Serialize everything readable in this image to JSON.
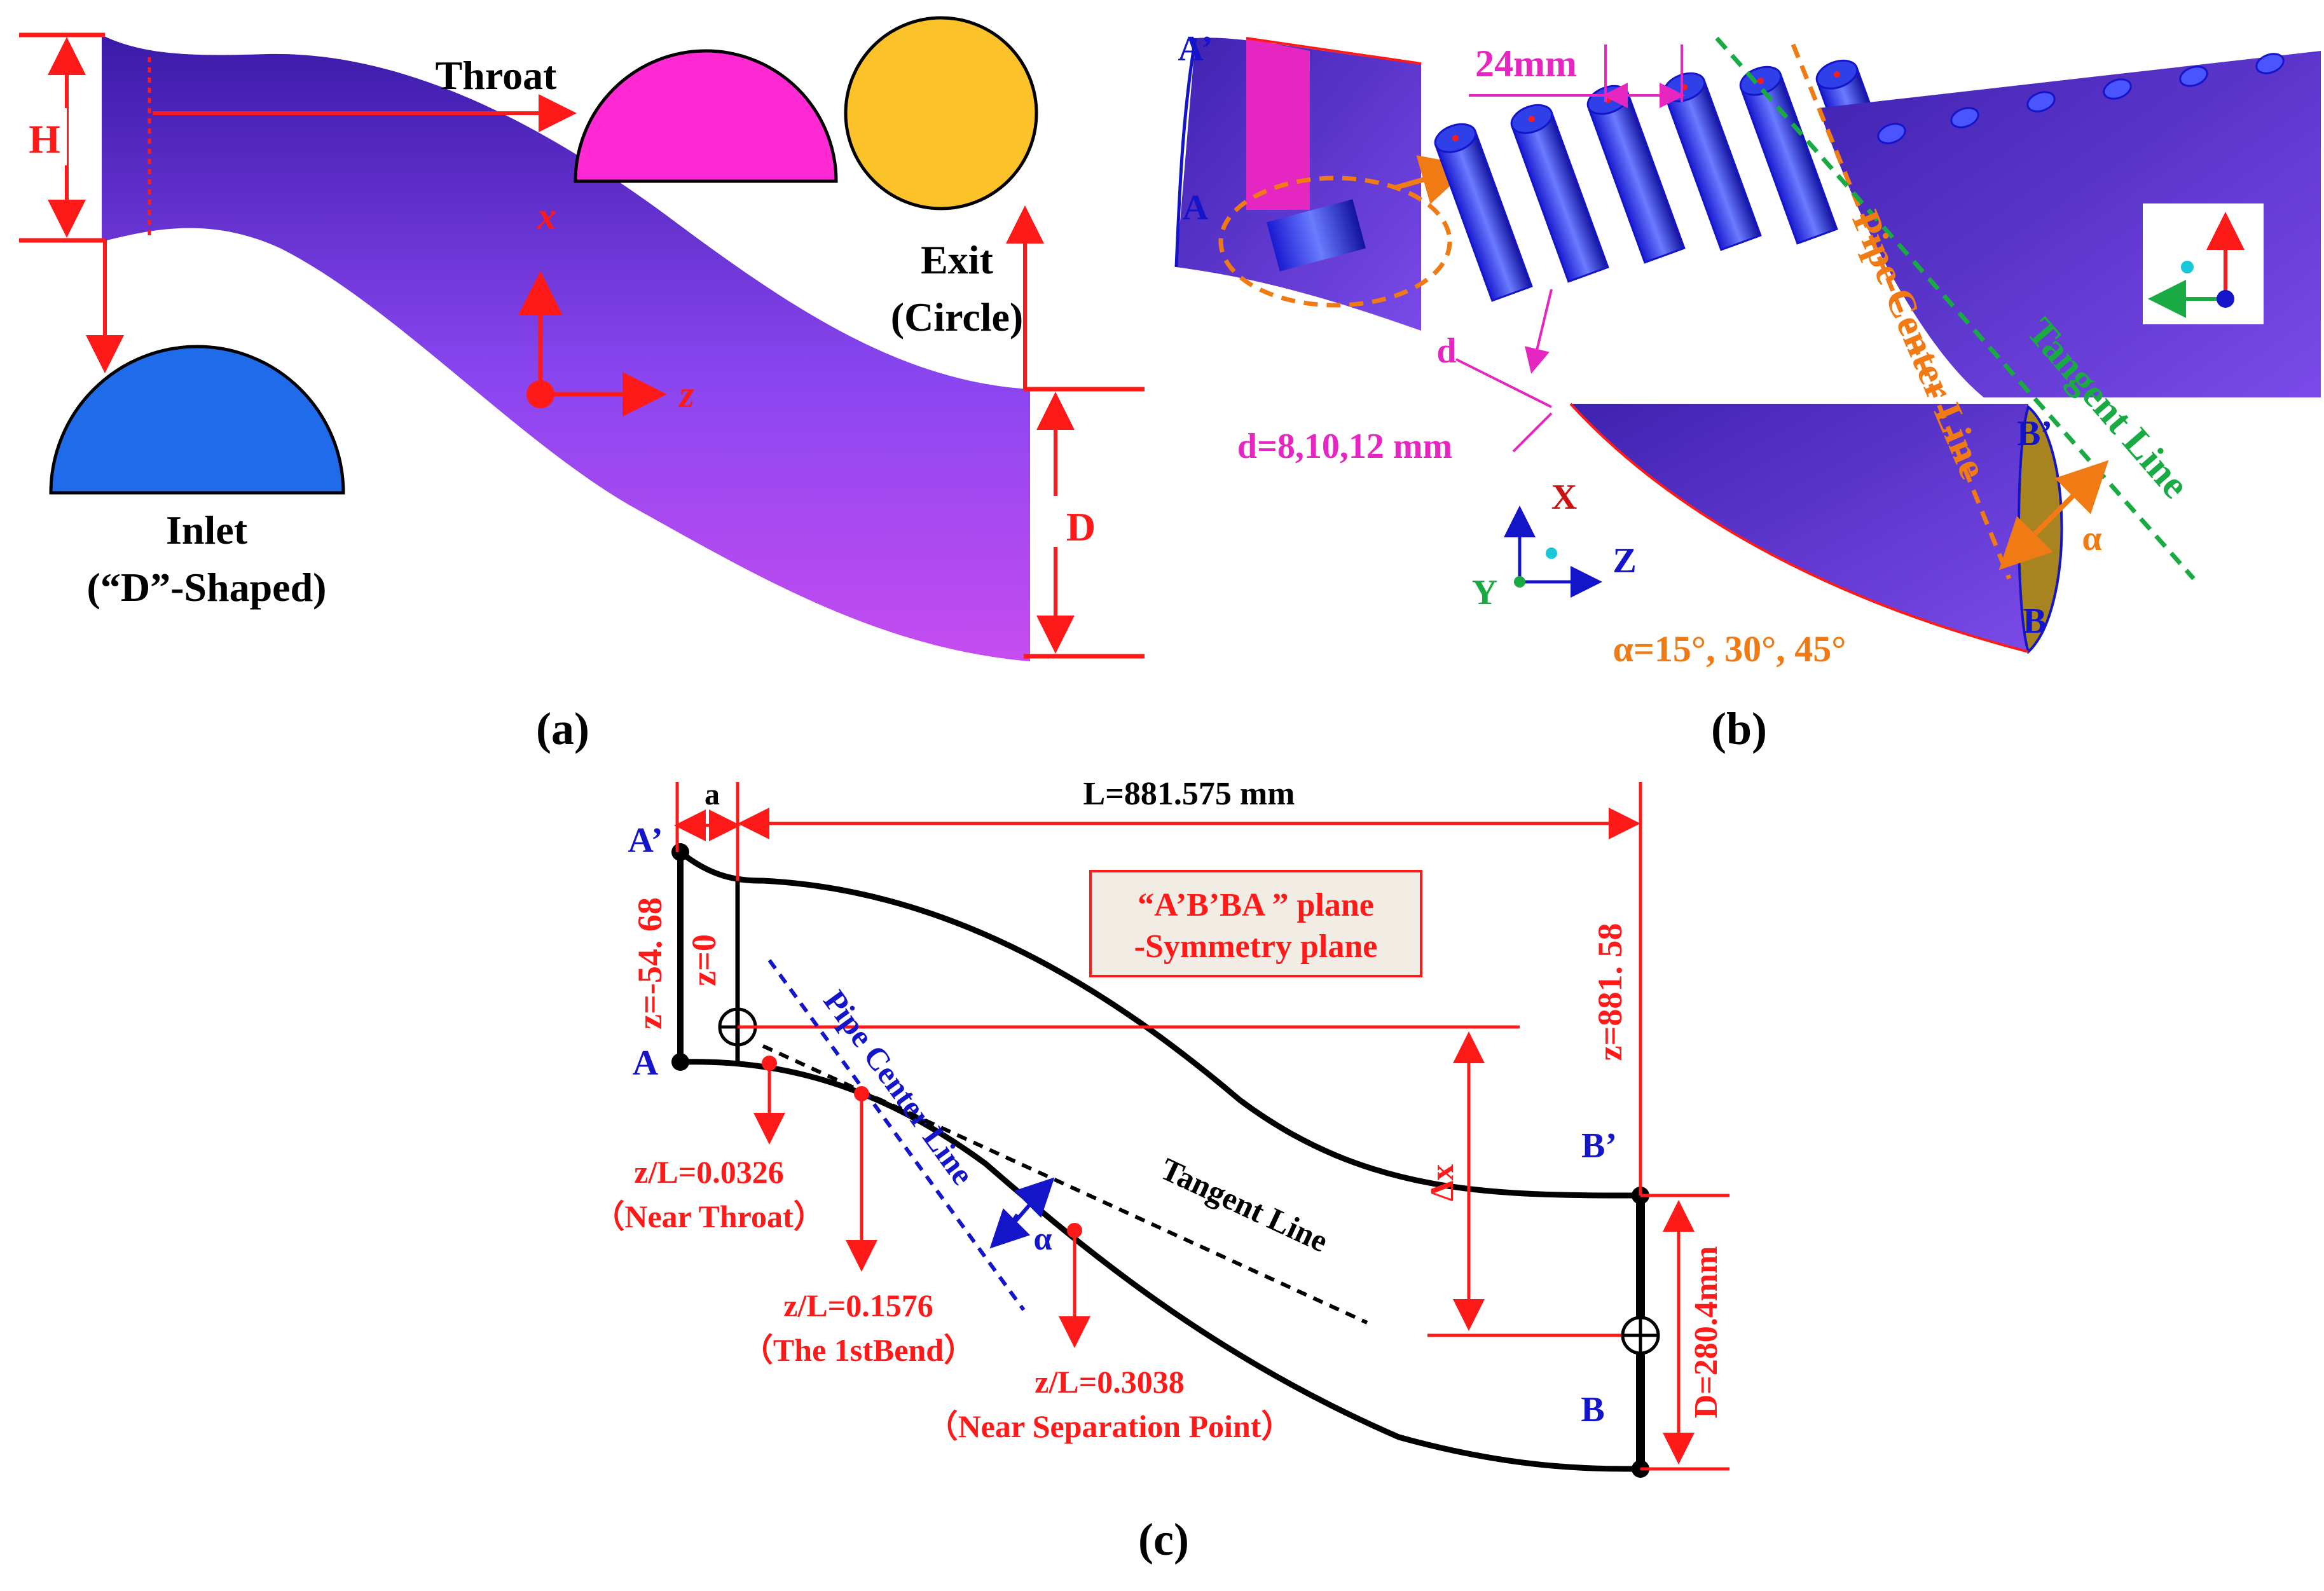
{
  "colors": {
    "red": "#ff1a1a",
    "blue": "#1414c8",
    "magenta": "#e526c0",
    "orange": "#f07a14",
    "green": "#1aaa44",
    "black": "#000000",
    "inlet_fill": "#1f6bea",
    "throat_fill": "#ff2ad4",
    "exit_fill": "#fcc22a",
    "duct_purple": "#6a3ae0",
    "note_fill": "#f2ede4"
  },
  "panel_a": {
    "caption": "(a)",
    "h_label": "H",
    "d_label": "D",
    "throat_label": "Throat",
    "exit_label_1": "Exit",
    "exit_label_2": "(Circle)",
    "inlet_label_1": "Inlet",
    "inlet_label_2": "(“D”-Shaped)",
    "axis_x": "x",
    "axis_z": "z"
  },
  "panel_b": {
    "caption": "(b)",
    "spacing_label": "24mm",
    "d_label": "d",
    "d_values": "d=8,10,12 mm",
    "alpha_values": "α=15°, 30°, 45°",
    "alpha_label": "α",
    "pipe_center_line": "Pipe Center Line",
    "tangent_line": "Tangent Line",
    "point_a_prime": "A’",
    "point_a": "A",
    "point_b_prime": "B’",
    "point_b": "B",
    "axis_x": "X",
    "axis_y": "Y",
    "axis_z": "Z"
  },
  "panel_c": {
    "caption": "(c)",
    "a_label": "a",
    "length_label": "L=881.575 mm",
    "plane_line_1": "“A’B’BA ” plane",
    "plane_line_2": "-Symmetry plane",
    "z_start": "z=-54. 68",
    "z_zero": "z=0",
    "z_end": "z=881. 58",
    "point_a_prime": "A’",
    "point_a": "A",
    "point_b_prime": "B’",
    "point_b": "B",
    "pipe_center_line": "Pipe Center Line",
    "tangent_line": "Tangent Line",
    "alpha_label": "α",
    "dx_label": "Δx",
    "d_label": "D=280.4mm",
    "station_1_value": "z/L=0.0326",
    "station_1_note": "（Near Throat）",
    "station_2_value": "z/L=0.1576",
    "station_2_note": "（The 1stBend）",
    "station_3_value": "z/L=0.3038",
    "station_3_note": "（Near Separation Point）"
  }
}
